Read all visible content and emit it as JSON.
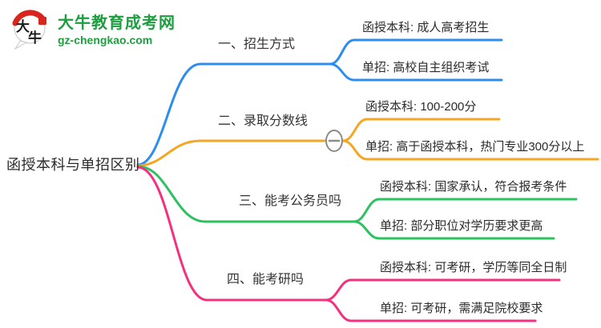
{
  "logo": {
    "title": "大牛教育成考网",
    "domain": "gz-chengkao.com",
    "icon_char_top": "大",
    "icon_char_bottom": "牛",
    "brand_green": "#1E9E40",
    "brand_red": "#D8251D"
  },
  "ui": {
    "collapse_button": {
      "symbol": "−",
      "color": "#8C8C8C"
    }
  },
  "mindmap": {
    "root": {
      "label": "函授本科与单招区别"
    },
    "branches": [
      {
        "label": "一、招生方式",
        "color": "#2D8CF0",
        "children": [
          {
            "label": "函授本科: 成人高考招生"
          },
          {
            "label": "单招: 高校自主组织考试"
          }
        ]
      },
      {
        "label": "二、录取分数线",
        "color": "#F5A623",
        "children": [
          {
            "label": "函授本科: 100-200分"
          },
          {
            "label": "单招: 高于函授本科，热门专业300分以上"
          }
        ]
      },
      {
        "label": "三、能考公务员吗",
        "color": "#2EC162",
        "children": [
          {
            "label": "函授本科: 国家承认，符合报考条件"
          },
          {
            "label": "单招: 部分职位对学历要求更高"
          }
        ]
      },
      {
        "label": "四、能考研吗",
        "color": "#F5317F",
        "children": [
          {
            "label": "函授本科: 可考研，学历等同全日制"
          },
          {
            "label": "单招: 可考研，需满足院校要求"
          }
        ]
      }
    ]
  }
}
